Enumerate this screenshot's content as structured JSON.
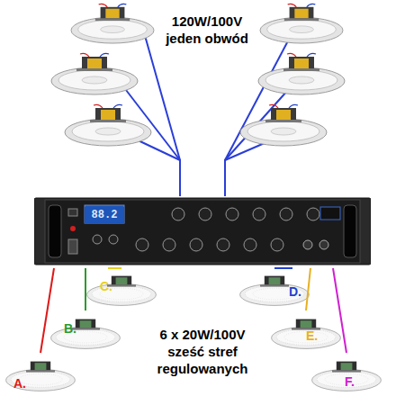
{
  "diagram": {
    "nodes": [
      {
        "text": [
          "88.2"
        ]
      },
      {
        "text": [
          "A."
        ]
      },
      {
        "text": [
          "B."
        ]
      },
      {
        "text": [
          "C."
        ]
      },
      {
        "text": [
          "D."
        ]
      },
      {
        "text": [
          "E."
        ]
      },
      {
        "text": [
          "F."
        ]
      }
    ],
    "edges": [
      {
        "from": 0,
        "to": 1,
        "arrow": "none"
      },
      {
        "from": 0,
        "to": 2,
        "arrow": "none"
      },
      {
        "from": 0,
        "to": 3,
        "arrow": "none"
      },
      {
        "from": 0,
        "to": 4,
        "arrow": "none"
      },
      {
        "from": 0,
        "to": 5,
        "arrow": "none"
      },
      {
        "from": 0,
        "to": 6,
        "arrow": "none"
      }
    ],
    "labels": [
      "120W/100V jeden obwód",
      "6 x 20W/100V sześć stref regulowanych"
    ]
  }
}
